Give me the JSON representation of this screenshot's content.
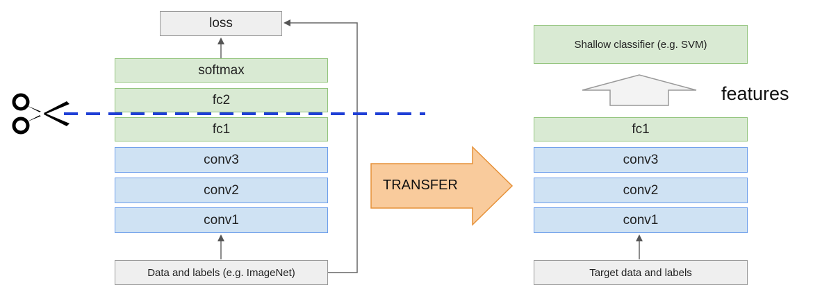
{
  "left_stack": {
    "loss": "loss",
    "softmax": "softmax",
    "fc2": "fc2",
    "fc1": "fc1",
    "conv3": "conv3",
    "conv2": "conv2",
    "conv1": "conv1",
    "data": "Data and labels (e.g. ImageNet)"
  },
  "transfer_label": "TRANSFER",
  "right_stack": {
    "classifier": "Shallow classifier (e.g. SVM)",
    "features_label": "features",
    "fc1": "fc1",
    "conv3": "conv3",
    "conv2": "conv2",
    "conv1": "conv1",
    "data": "Target data and labels"
  },
  "colors": {
    "green_fill": "#d9ead3",
    "blue_fill": "#cfe2f3",
    "gray_fill": "#efefef",
    "transfer_arrow": "#f9cb9c",
    "cut_line": "#1f3fd6"
  },
  "icons": {
    "cut": "scissors-icon"
  }
}
